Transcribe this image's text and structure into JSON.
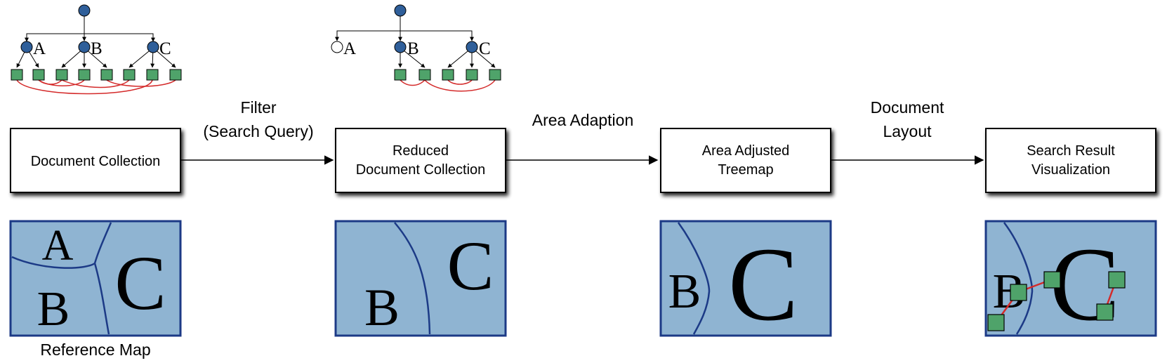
{
  "stages": [
    {
      "line1": "Document Collection",
      "line2": ""
    },
    {
      "line1": "Reduced",
      "line2": "Document Collection"
    },
    {
      "line1": "Area Adjusted",
      "line2": "Treemap"
    },
    {
      "line1": "Search Result",
      "line2": "Visualization"
    }
  ],
  "transitions": [
    {
      "line1": "Filter",
      "line2": "(Search Query)"
    },
    {
      "line1": "Area Adaption",
      "line2": ""
    },
    {
      "line1": "Document",
      "line2": "Layout"
    }
  ],
  "tree_labels": [
    "A",
    "B",
    "C"
  ],
  "map_labels": {
    "a": "A",
    "b": "B",
    "c": "C"
  },
  "reference_map_caption": "Reference Map",
  "colors": {
    "node_fill": "#2f5f9a",
    "leaf_fill": "#4fa36a",
    "link_color": "#d42a2a",
    "map_fill": "#8fb4d2",
    "map_border": "#1c3a86"
  }
}
